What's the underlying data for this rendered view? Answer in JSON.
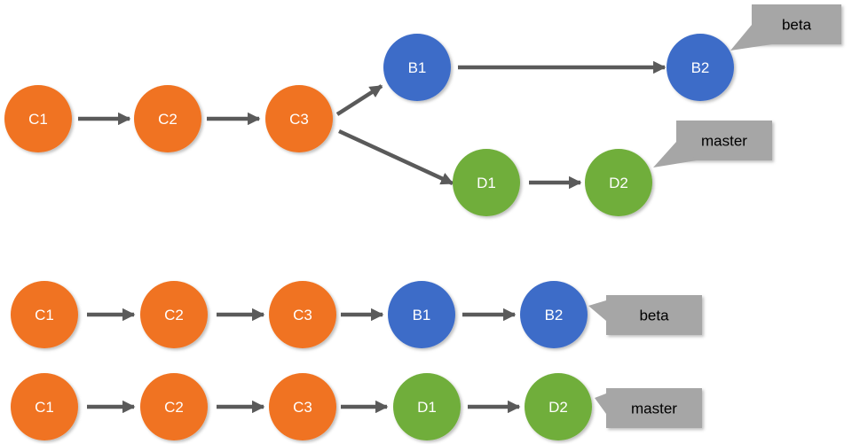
{
  "colors": {
    "orange": "#F07320",
    "blue": "#3D6CC8",
    "green": "#6FAE3A",
    "arrow": "#5A5A5A",
    "tag_fill": "#A6A6A6"
  },
  "diagram": {
    "top": {
      "commits": [
        {
          "label": "C1",
          "color": "orange"
        },
        {
          "label": "C2",
          "color": "orange"
        },
        {
          "label": "C3",
          "color": "orange"
        },
        {
          "label": "B1",
          "color": "blue"
        },
        {
          "label": "B2",
          "color": "blue"
        },
        {
          "label": "D1",
          "color": "green"
        },
        {
          "label": "D2",
          "color": "green"
        }
      ],
      "tags": [
        {
          "label": "beta"
        },
        {
          "label": "master"
        }
      ]
    },
    "beta_row": {
      "commits": [
        {
          "label": "C1",
          "color": "orange"
        },
        {
          "label": "C2",
          "color": "orange"
        },
        {
          "label": "C3",
          "color": "orange"
        },
        {
          "label": "B1",
          "color": "blue"
        },
        {
          "label": "B2",
          "color": "blue"
        }
      ],
      "tag": {
        "label": "beta"
      }
    },
    "master_row": {
      "commits": [
        {
          "label": "C1",
          "color": "orange"
        },
        {
          "label": "C2",
          "color": "orange"
        },
        {
          "label": "C3",
          "color": "orange"
        },
        {
          "label": "D1",
          "color": "green"
        },
        {
          "label": "D2",
          "color": "green"
        }
      ],
      "tag": {
        "label": "master"
      }
    }
  }
}
